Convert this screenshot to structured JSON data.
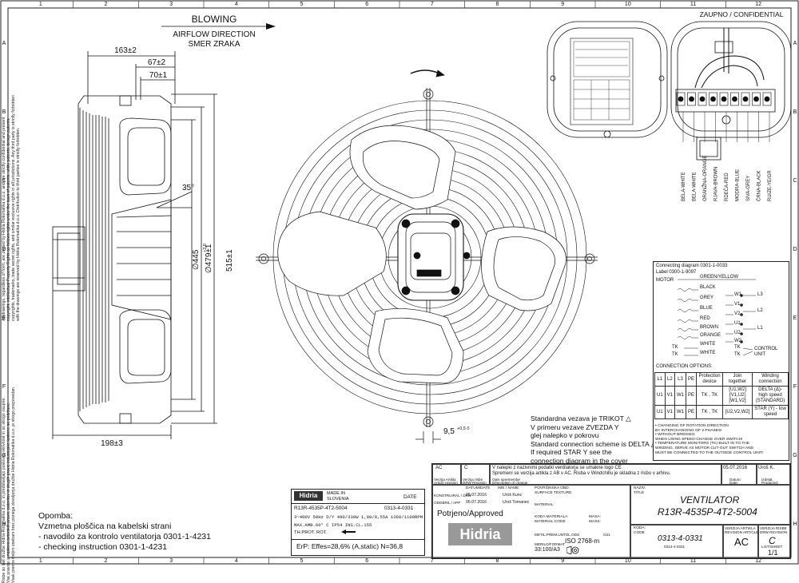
{
  "side_note": [
    "All drawings, regardless of form, are owned by Hidria Rotomatika d.o.o. and are strictly confidential and present",
    "copyright, intellectual Property Rights as follows rights under the laws of patents, utility patents, design patents,",
    "copyrights, trademarks, trade secret rights, and similar exclusive rights in all jurisdictions. Any third party is strictly forbidden",
    "with the drawings are reserved by Hidria Rotomatika d.o.o. Distribution to third parties is strictly forbidden.",
    "Risbe so last družbe Hidria-Rotomatika d.o.o. in predstavljajo poslovno skrivnost in so strogo zaupne.",
    "Vse pravice iz naslova avtorskih pravic, patentov in drugih pravic industrijske lastnine so pridržane.",
    "Vsak prenos tretjim osebam brez pisnega dovoljenja družbe Hidria Rotomatika d.o.o. je strogo prepovedan."
  ],
  "grid": {
    "cols": [
      "1",
      "2",
      "3",
      "4",
      "5",
      "6",
      "7",
      "8",
      "9",
      "10",
      "11",
      "12"
    ],
    "rows": [
      "A",
      "B",
      "C",
      "D",
      "E",
      "F",
      "G",
      "H"
    ]
  },
  "airflow": {
    "title": "BLOWING",
    "line1": "AIRFLOW DIRECTION",
    "line2": "SMER ZRAKA"
  },
  "dims": {
    "d163": "163±2",
    "d67": "67±2",
    "d70": "70±1",
    "angle": "35°",
    "d445": "∅445",
    "d445_tol": "+2 0",
    "d479": "∅479±1",
    "d515": "515±1",
    "d198": "198±3",
    "d95": "9,5",
    "d95_tol": "+0,5 0"
  },
  "confidential": "ZAUPNO / CONFIDENTIAL",
  "wires": [
    "BELA-WHITE",
    "BELA-WHITE",
    "ORANŽNA-ORANGE",
    "RJAVA-BROWN",
    "RDEČA-RED",
    "MODRA-BLUE",
    "SIVA-GREY",
    "ČRNA-BLACK",
    "RU/ZE-YE/GR"
  ],
  "connection": {
    "header1": "Connecting diagram 0301-1-0033",
    "header2": "Label 0300-1-9097",
    "motor": "MOTOR",
    "leads": [
      "GREEN/YELLOW",
      "BLACK",
      "GREY",
      "BLUE",
      "RED",
      "BROWN",
      "ORANGE",
      "WHITE",
      "WHITE"
    ],
    "terminals": [
      "W1",
      "V1",
      "V2",
      "U1",
      "U2",
      "W2"
    ],
    "lines": [
      "L3",
      "L2",
      "L1"
    ],
    "control": "CONTROL",
    "unit": "UNIT",
    "tk": "TK",
    "options_title": "CONNECTION OPTIONS:",
    "table_head": [
      "L1",
      "L2",
      "L3",
      "PE",
      "Protection device",
      "Join together",
      "Winding connection"
    ],
    "table_rows": [
      [
        "U1",
        "V1",
        "W1",
        "PE",
        "TK , TK",
        "[U1,W2] [V1,U2] [W1,V2]",
        "DELTA (Δ)- high speed (STANDARD)"
      ],
      [
        "U1",
        "V1",
        "W1",
        "PE",
        "TK , TK",
        "[U2,V2,W2]",
        "STAR (Y) - low speed"
      ]
    ],
    "notes": [
      "• CHANGING OF ROTATION DIRECTION",
      "  BY INTERCHANGING OF 2 PHASES!",
      "• WITHOUT BRIDGES:",
      "  WHEN USING SPEED-CHANGE OVER SWITCH!",
      "• TEMPERATURE MONITORS (TK) BUILT IN TO THE",
      "  WINDING, SERVE AS MOTOR CUT-OUT SWITCH AND",
      "  MUST BE CONNECTED TO THE OUTSIDE CONTROL UNIT!"
    ]
  },
  "standard_note": [
    "Standardna vezava je TRIKOT △",
    "V primeru vezave ZVEZDA Y",
    "glej nalepko v pokrovu",
    "Standard connection scheme is DELTA △",
    "If required STAR Y  see the",
    "connection diagram in the cover"
  ],
  "opomba": [
    "Opomba:",
    "Vzmetna ploščica na kabelski strani",
    "- navodilo za kontrolo ventilatorja 0301-1-4231",
    "- checking instruction 0301-1-4231"
  ],
  "nameplate": {
    "logo": "Hidria",
    "made_in": "MADE IN",
    "country": "SLOVENIA",
    "date_label": "DATE",
    "model": "R13R-4535P-4T2-5004",
    "code": "0313-4-0331",
    "spec1": "3~400V 50Hz D/Y 490/330W 1,00/0,55A 1360/1100RPM",
    "spec2": "MAX.AMB.60° C IP54 INS.CL.155",
    "spec3": "TH.PROT. ROT.",
    "erp": "ErP: Effes=28,6% (A,static) N=36,8"
  },
  "titleblock": {
    "rev_ac": "AC",
    "rev_c": "C",
    "change1": "V nalepki z nazivnimi podatki ventilatorja se umakne logo CE",
    "change2": "Spremeni se verzija artikla z AB v AC. Risba v Windchillu je skladna z risbo v arhivu.",
    "change_date": "05.07.2016",
    "change_by": "Uroš K.",
    "verzija": "Verzija Artikla",
    "article_rev": "Article revision",
    "verzija_risbe": "Verzija risbe",
    "drw_rev": "DRW Revision",
    "opis": "Opis spremembe",
    "desc": "Description of change",
    "datum": "Datum:",
    "date": "Date:",
    "izdelal": "Izdelal:",
    "produced": "Produced:",
    "datum_date": "DATUM/DATE",
    "ime_name": "IME / NAME",
    "konstruiral": "KONSTRUIRAL / DRN",
    "date1": "05.07.2016",
    "name1": "Uroš Kunc",
    "odobril": "ODOBRIL / APP",
    "date2": "06.07.2016",
    "name2": "Uroš Tomanec",
    "povrsinska": "POVRŠINSKA OBD.",
    "surface": "SURFACE TEXTURE",
    "material_label": "MATERIAL",
    "potrjeno": "Potrjeno/Approved",
    "koda_mat": "KODA MATERIALA",
    "mat_code": "MATERIAL CODE",
    "masa": "MASA:",
    "mass": "MASS:",
    "metil": "METIL.PREM.UNTOL.ODS",
    "iso": "ISO 2768-m",
    "merilo": "MERILO/FORMAT",
    "scale": "33:100/A3",
    "listov": "LIST/SHEET",
    "sheet": "1/1",
    "naziv": "NAZIV:",
    "title_lbl": "TITLE",
    "title1": "VENTILATOR",
    "title2": "R13R-4535P-4T2-5004",
    "koda": "KODA:",
    "code_lbl": "CODE",
    "code": "0313-4-0331",
    "code_sub": "0313-4-0331",
    "verzija_artikla": "VERZIJA ARTIKLA",
    "rev_article_label": "REVISION ARTICLE",
    "rev_article": "AC",
    "verzija_risbe2": "VERZIJA RISBE",
    "drw_rev2": "DRW REVISION",
    "rev_drawing": "C",
    "logo": "Hidria",
    "g21": "G21"
  }
}
